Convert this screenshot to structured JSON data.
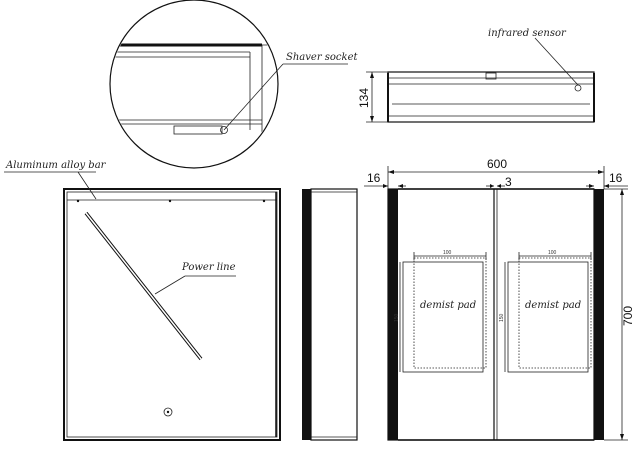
{
  "labels": {
    "shaver_socket": "Shaver socket",
    "infrared_sensor": "infrared sensor",
    "aluminum_bar": "Aluminum alloy bar",
    "power_line": "Power line",
    "demist_left": "demist pad",
    "demist_right": "demist pad"
  },
  "dimensions": {
    "depth": "134",
    "width_total": "600",
    "side_left": "16",
    "side_right": "16",
    "gap_center": "3",
    "height_total": "700",
    "pad_width_left": "100",
    "pad_height_left": "150",
    "pad_width_right": "100",
    "pad_height_right": "150"
  }
}
